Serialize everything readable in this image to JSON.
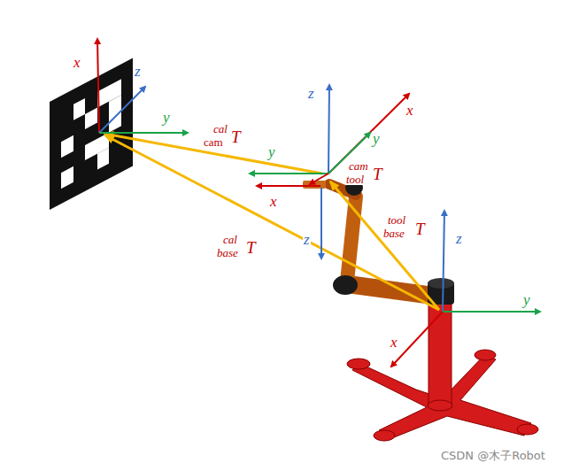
{
  "diagram": {
    "labels": [
      "x",
      "z",
      "y",
      "cal",
      "cam",
      "T",
      "z",
      "x",
      "y",
      "y",
      "cam",
      "tool",
      "T",
      "x",
      "tool",
      "base",
      "T",
      "z",
      "z",
      "cal",
      "base",
      "T",
      "y",
      "x",
      "CSDN @木子Robot"
    ]
  }
}
